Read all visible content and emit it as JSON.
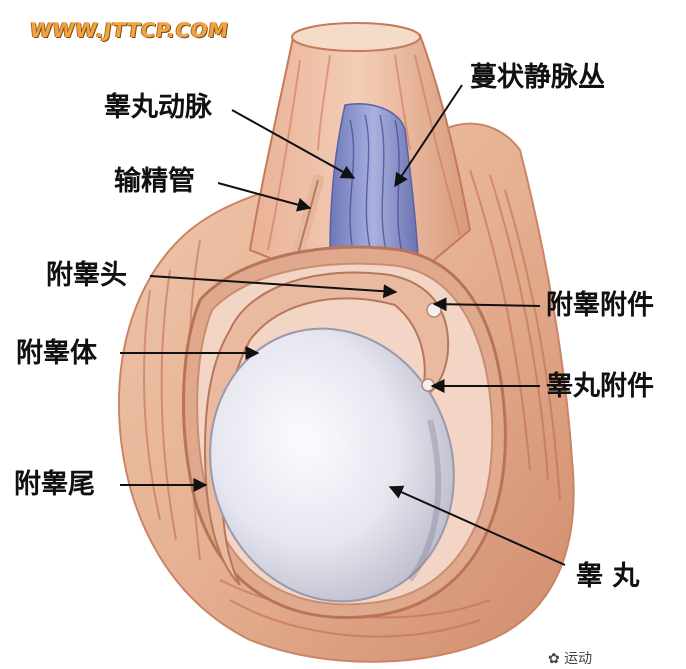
{
  "watermark": "WWW.JTTCP.COM",
  "labels": {
    "testicular_artery": "睾丸动脉",
    "pampiniform_plexus": "蔓状静脉丛",
    "vas_deferens": "输精管",
    "head_of_epididymis": "附睾头",
    "appendix_of_epididymis": "附睾附件",
    "body_of_epididymis": "附睾体",
    "appendix_of_testis": "睾丸附件",
    "tail_of_epididymis": "附睾尾",
    "testis": "睾 丸"
  },
  "footer": "✿ 运动"
}
